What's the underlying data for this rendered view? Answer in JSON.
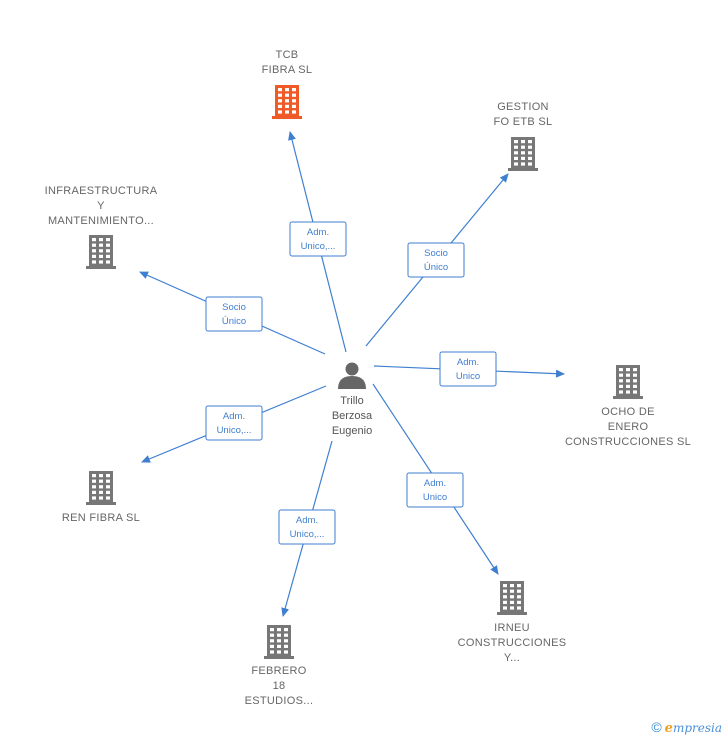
{
  "center": {
    "name_lines": [
      "Trillo",
      "Berzosa",
      "Eugenio"
    ],
    "icon": "person-icon"
  },
  "nodes": [
    {
      "id": "tcb",
      "label_lines": [
        "TCB",
        "FIBRA  SL"
      ],
      "icon": "building-icon",
      "color": "#f05a28",
      "relation_lines": [
        "Adm.",
        "Unico,..."
      ]
    },
    {
      "id": "gestion",
      "label_lines": [
        "GESTION",
        "FO ETB  SL"
      ],
      "icon": "building-icon",
      "color": "#777777",
      "relation_lines": [
        "Socio",
        "Único"
      ]
    },
    {
      "id": "infra",
      "label_lines": [
        "INFRAESTRUCTURA",
        "Y",
        "MANTENIMIENTO..."
      ],
      "icon": "building-icon",
      "color": "#777777",
      "relation_lines": [
        "Socio",
        "Único"
      ]
    },
    {
      "id": "ocho",
      "label_lines": [
        "OCHO DE",
        "ENERO",
        "CONSTRUCCIONES SL"
      ],
      "icon": "building-icon",
      "color": "#777777",
      "relation_lines": [
        "Adm.",
        "Unico"
      ]
    },
    {
      "id": "ren",
      "label_lines": [
        "REN FIBRA  SL"
      ],
      "icon": "building-icon",
      "color": "#777777",
      "relation_lines": [
        "Adm.",
        "Unico,..."
      ]
    },
    {
      "id": "irneu",
      "label_lines": [
        "IRNEU",
        "CONSTRUCCIONES",
        "Y..."
      ],
      "icon": "building-icon",
      "color": "#777777",
      "relation_lines": [
        "Adm.",
        "Unico"
      ]
    },
    {
      "id": "febrero",
      "label_lines": [
        "FEBRERO",
        "18",
        "ESTUDIOS..."
      ],
      "icon": "building-icon",
      "color": "#777777",
      "relation_lines": [
        "Adm.",
        "Unico,..."
      ]
    }
  ],
  "footer": {
    "copyright_symbol": "©",
    "brand_initial": "e",
    "brand_rest": "mpresia"
  }
}
